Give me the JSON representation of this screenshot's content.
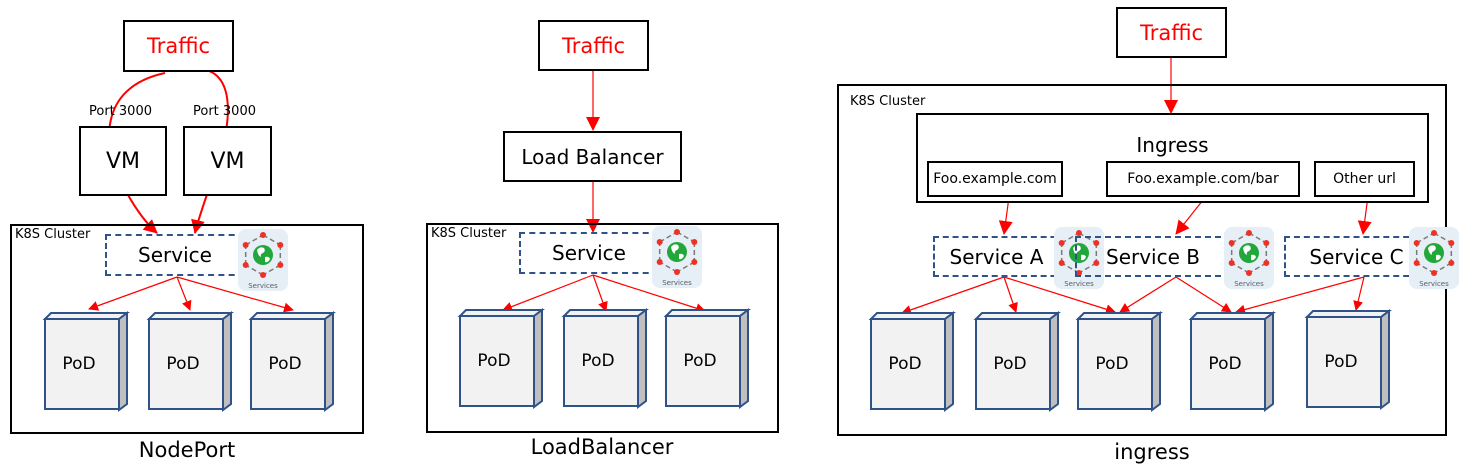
{
  "colors": {
    "arrow": "#ff0000",
    "traffic_text": "#ff0000",
    "service_border": "#2f5289",
    "pod_border": "#2f5289",
    "pod_fill": "#f2f2f2",
    "globe": "#22a83a",
    "node_dot": "#ee3124"
  },
  "icons": {
    "service": "services-hexagon-globe-icon",
    "service_caption": "Services"
  },
  "nodeport": {
    "traffic": "Traffic",
    "vms": [
      {
        "label": "VM",
        "port": "Port 3000"
      },
      {
        "label": "VM",
        "port": "Port 3000"
      }
    ],
    "cluster_label": "K8S Cluster",
    "service": "Service",
    "pods": [
      "PoD",
      "PoD",
      "PoD"
    ],
    "caption": "NodePort"
  },
  "loadbalancer": {
    "traffic": "Traffic",
    "load_balancer": "Load Balancer",
    "cluster_label": "K8S Cluster",
    "service": "Service",
    "pods": [
      "PoD",
      "PoD",
      "PoD"
    ],
    "caption": "LoadBalancer"
  },
  "ingress": {
    "traffic": "Traffic",
    "cluster_label": "K8S Cluster",
    "ingress_title": "Ingress",
    "rules": [
      "Foo.example.com",
      "Foo.example.com/bar",
      "Other url"
    ],
    "services": [
      "Service A",
      "Service B",
      "Service C"
    ],
    "pods": [
      "PoD",
      "PoD",
      "PoD",
      "PoD",
      "PoD"
    ],
    "caption": "ingress"
  }
}
